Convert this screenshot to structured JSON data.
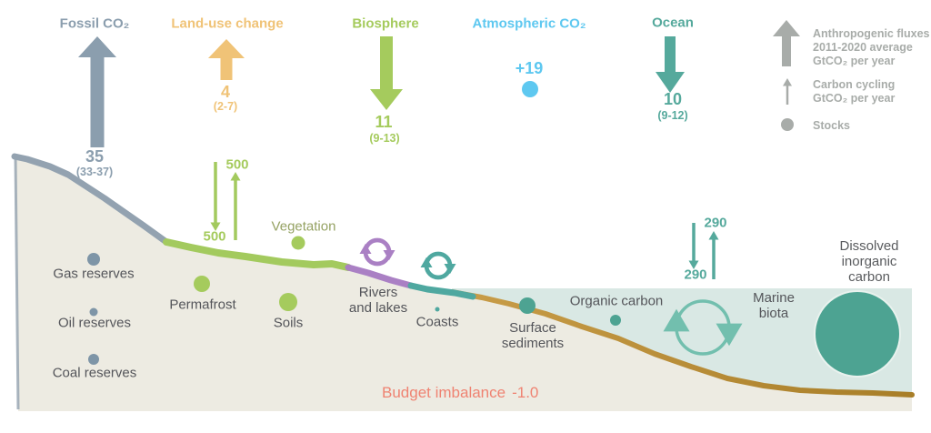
{
  "header_fluxes": {
    "fossil": {
      "label": "Fossil CO₂",
      "value": "35",
      "range": "(33-37)"
    },
    "land_use": {
      "label": "Land-use change",
      "value": "4",
      "range": "(2-7)"
    },
    "biosphere": {
      "label": "Biosphere",
      "value": "11",
      "range": "(9-13)"
    },
    "atmospheric": {
      "label": "Atmospheric CO₂",
      "value": "+19"
    },
    "ocean": {
      "label": "Ocean",
      "value": "10",
      "range": "(9-12)"
    }
  },
  "legend": {
    "anthropogenic_label": "Anthropogenic fluxes\n2011-2020 average\nGtCO₂ per year",
    "cycling_label": "Carbon cycling\nGtCO₂ per year",
    "stocks_label": "Stocks"
  },
  "cycle_fluxes": {
    "land_down": "500",
    "land_up": "500",
    "ocean_down": "290",
    "ocean_up": "290"
  },
  "stock_labels": {
    "gas": "Gas reserves",
    "oil": "Oil reserves",
    "coal": "Coal reserves",
    "permafrost": "Permafrost",
    "soils": "Soils",
    "vegetation": "Vegetation",
    "rivers": "Rivers\nand lakes",
    "coasts": "Coasts",
    "surface_sediments": "Surface\nsediments",
    "organic_carbon": "Organic carbon",
    "marine_biota": "Marine\nbiota",
    "dissolved_inorganic": "Dissolved\ninorganic carbon"
  },
  "budget": {
    "label": "Budget imbalance",
    "value": "-1.0"
  },
  "colors": {
    "fossil": "#8b9eae",
    "land_use": "#f0c377",
    "biosphere": "#a5cb5d",
    "atmospheric": "#5ec8f0",
    "ocean": "#55a99c",
    "legend": "#a8aca9",
    "land": "#edebe2",
    "water": "#d9e8e4",
    "seafloor": "#b8873b",
    "slope_gray": "#93a2b0",
    "band_green": "#a3ca5e",
    "band_purple": "#aa80c4",
    "band_teal": "#4fa8a0",
    "stock_teal": "#4da392",
    "marine_cycle": "#72bfae",
    "dot_gray": "#7e95a7",
    "label": "#54555a",
    "vegetation_label": "#95a263",
    "dic_label": "#595b5e",
    "budget": "#ef8372"
  }
}
